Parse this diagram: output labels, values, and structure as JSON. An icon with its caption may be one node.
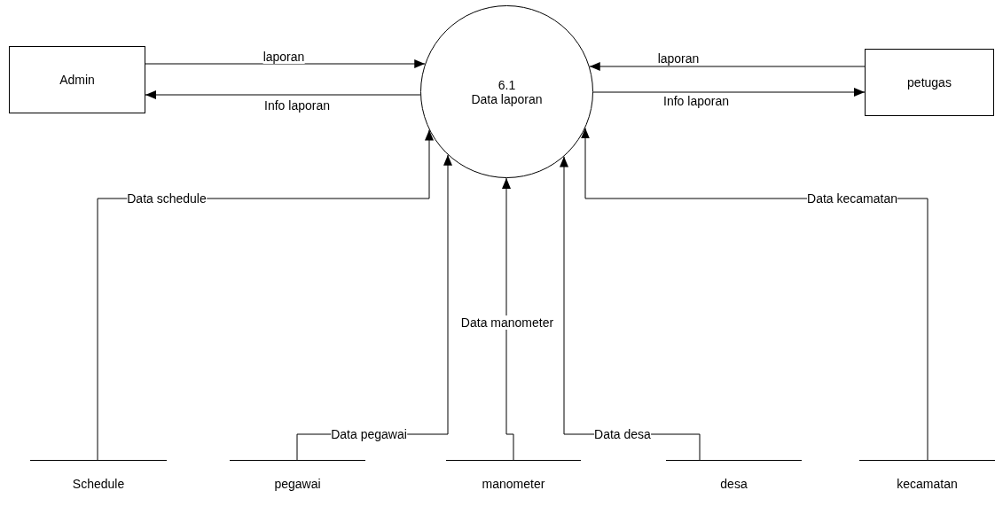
{
  "diagram": {
    "nodes": [
      {
        "text": [
          "Admin"
        ]
      },
      {
        "text": [
          "6.1",
          "Data laporan"
        ]
      },
      {
        "text": [
          "petugas"
        ]
      },
      {
        "text": [
          "Schedule"
        ]
      },
      {
        "text": [
          "pegawai"
        ]
      },
      {
        "text": [
          "manometer"
        ]
      },
      {
        "text": [
          "desa"
        ]
      },
      {
        "text": [
          "kecamatan"
        ]
      }
    ],
    "edges": [
      {
        "from": 0,
        "to": 1,
        "arrow": "to",
        "label": "laporan"
      },
      {
        "from": 1,
        "to": 0,
        "arrow": "to",
        "label": "Info laporan"
      },
      {
        "from": 2,
        "to": 1,
        "arrow": "to",
        "label": "laporan"
      },
      {
        "from": 1,
        "to": 2,
        "arrow": "to",
        "label": "Info laporan"
      },
      {
        "from": 3,
        "to": 1,
        "arrow": "to",
        "label": "Data schedule"
      },
      {
        "from": 4,
        "to": 1,
        "arrow": "to",
        "label": "Data pegawai"
      },
      {
        "from": 5,
        "to": 1,
        "arrow": "to",
        "label": "Data manometer"
      },
      {
        "from": 6,
        "to": 1,
        "arrow": "to",
        "label": "Data desa"
      },
      {
        "from": 7,
        "to": 1,
        "arrow": "to",
        "label": "Data kecamatan"
      }
    ]
  }
}
